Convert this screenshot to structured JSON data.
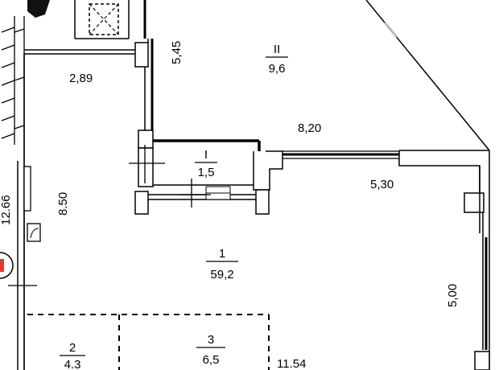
{
  "plan": {
    "dimensions": {
      "d_545": "5,45",
      "d_289": "2,89",
      "d_820": "8,20",
      "d_530": "5,30",
      "d_850": "8.50",
      "d_1266": "12.66",
      "d_500": "5,00",
      "d_1154": "11.54"
    },
    "rooms": {
      "r1": {
        "number": "1",
        "area": "59,2"
      },
      "r2": {
        "number": "2",
        "area": "4.3"
      },
      "r3": {
        "number": "3",
        "area": "6,5"
      },
      "rI": {
        "number": "I",
        "area": "1,5"
      },
      "rII": {
        "number": "II",
        "area": "9,6"
      }
    },
    "colors": {
      "line": "#000000",
      "marker": "#e53935",
      "badge": "#111111"
    }
  }
}
